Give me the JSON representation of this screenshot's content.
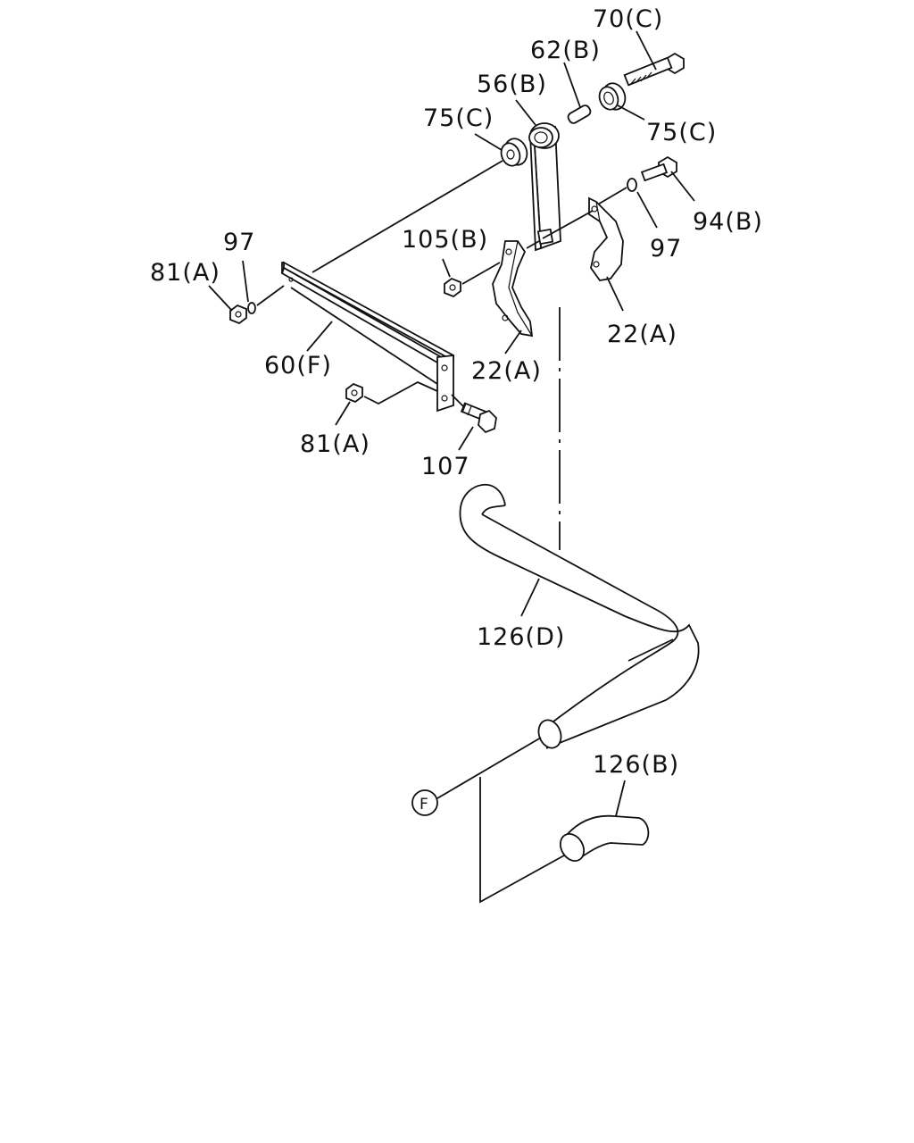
{
  "labels": {
    "l70c": "70(C)",
    "l62b": "62(B)",
    "l56b": "56(B)",
    "l75c_left": "75(C)",
    "l75c_right": "75(C)",
    "l94b": "94(B)",
    "l97_right": "97",
    "l105b": "105(B)",
    "l97_left": "97",
    "l81a_top": "81(A)",
    "l22a_right": "22(A)",
    "l22a_center": "22(A)",
    "l60f": "60(F)",
    "l81a_bottom": "81(A)",
    "l107": "107",
    "l126d": "126(D)",
    "l126b": "126(B)",
    "lF": "F"
  }
}
